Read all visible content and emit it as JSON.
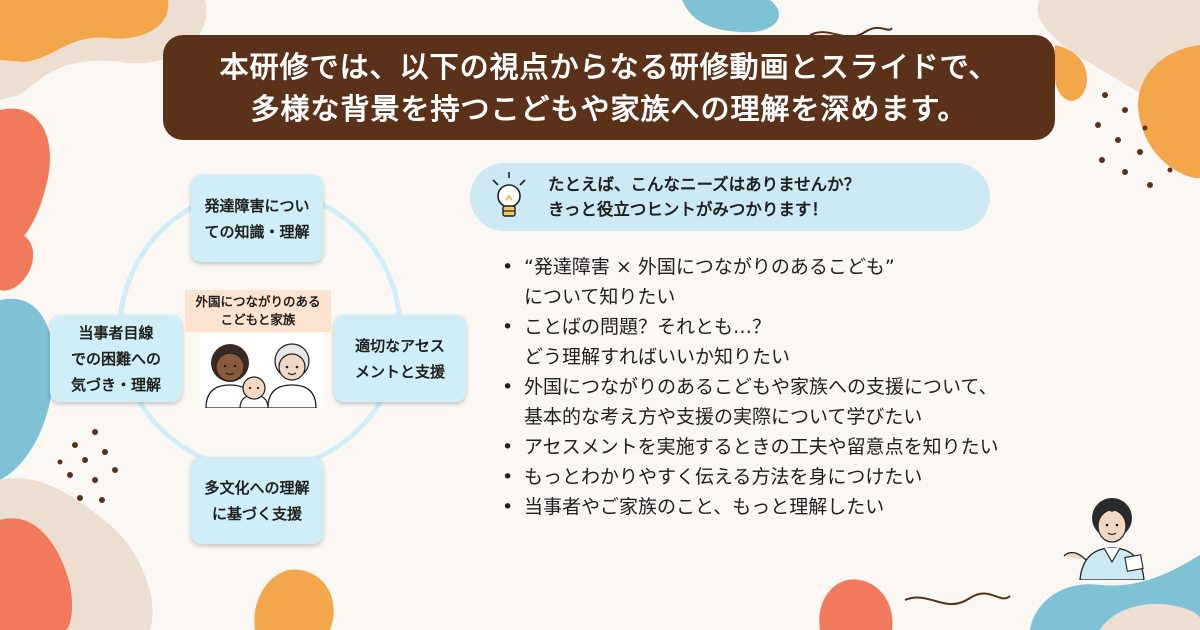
{
  "banner": {
    "line1": "本研修では、以下の視点からなる研修動画とスライドで、",
    "line2": "多様な背景を持つこどもや家族への理解を深めます。"
  },
  "diagram": {
    "top": "発達障害につい\nての知識・理解",
    "right": "適切なアセス\nメントと支援",
    "bottom": "多文化への理解\nに基づく支援",
    "left": "当事者目線\nでの困難への\n気づき・理解",
    "center": "外国につながりのある\nこどもと家族"
  },
  "hint": {
    "line1": "たとえば、こんなニーズはありませんか？",
    "line2": "きっと役立つヒントがみつかります！"
  },
  "needs": [
    "“発達障害 × 外国につながりのあるこども”\nについて知りたい",
    "ことばの問題？それとも…？\nどう理解すればいいか知りたい",
    "外国につながりのあるこどもや家族への支援について、\n基本的な考え方や支援の実際について学びたい",
    "アセスメントを実施するときの工夫や留意点を知りたい",
    "もっとわかりやすく伝える方法を身につけたい",
    "当事者やご家族のこと、もっと理解したい"
  ],
  "colors": {
    "banner_bg": "#5b3119",
    "node_bg": "#cfeef8",
    "hint_bg": "#cde9f3",
    "center_bg": "#fbe3cf",
    "blob_orange": "#f4a64a",
    "blob_coral": "#f07a5b",
    "blob_blue": "#7fc1d5",
    "blob_beige": "#ecdfd2"
  },
  "icons": {
    "bulb": "lightbulb-icon",
    "family": "family-illustration",
    "presenter": "presenter-illustration"
  }
}
